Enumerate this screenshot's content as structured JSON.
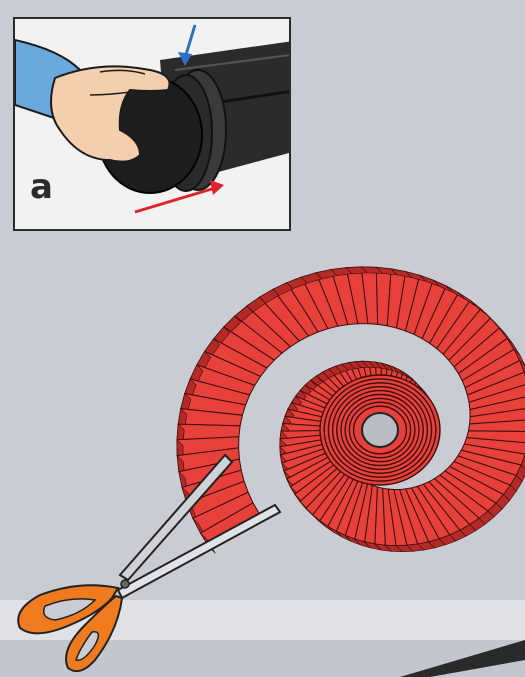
{
  "inset": {
    "label": "a"
  },
  "colors": {
    "background": "#d4d7dc",
    "panel": "#c7cad0",
    "tape_face": "#e8413b",
    "tape_side": "#b52a26",
    "foam": "#1d1d1d",
    "skin": "#f4cfae",
    "sleeve": "#6aa9dd",
    "arrow_blue": "#2f6fc1",
    "arrow_red": "#e2222a",
    "scissor_handle": "#f07b1f",
    "scissor_blade": "#cfd3d8"
  },
  "icons": [
    "blue-down-arrow",
    "red-direction-arrow",
    "scissors-icon",
    "tape-roll",
    "foam-pipe-insulation",
    "hand"
  ]
}
